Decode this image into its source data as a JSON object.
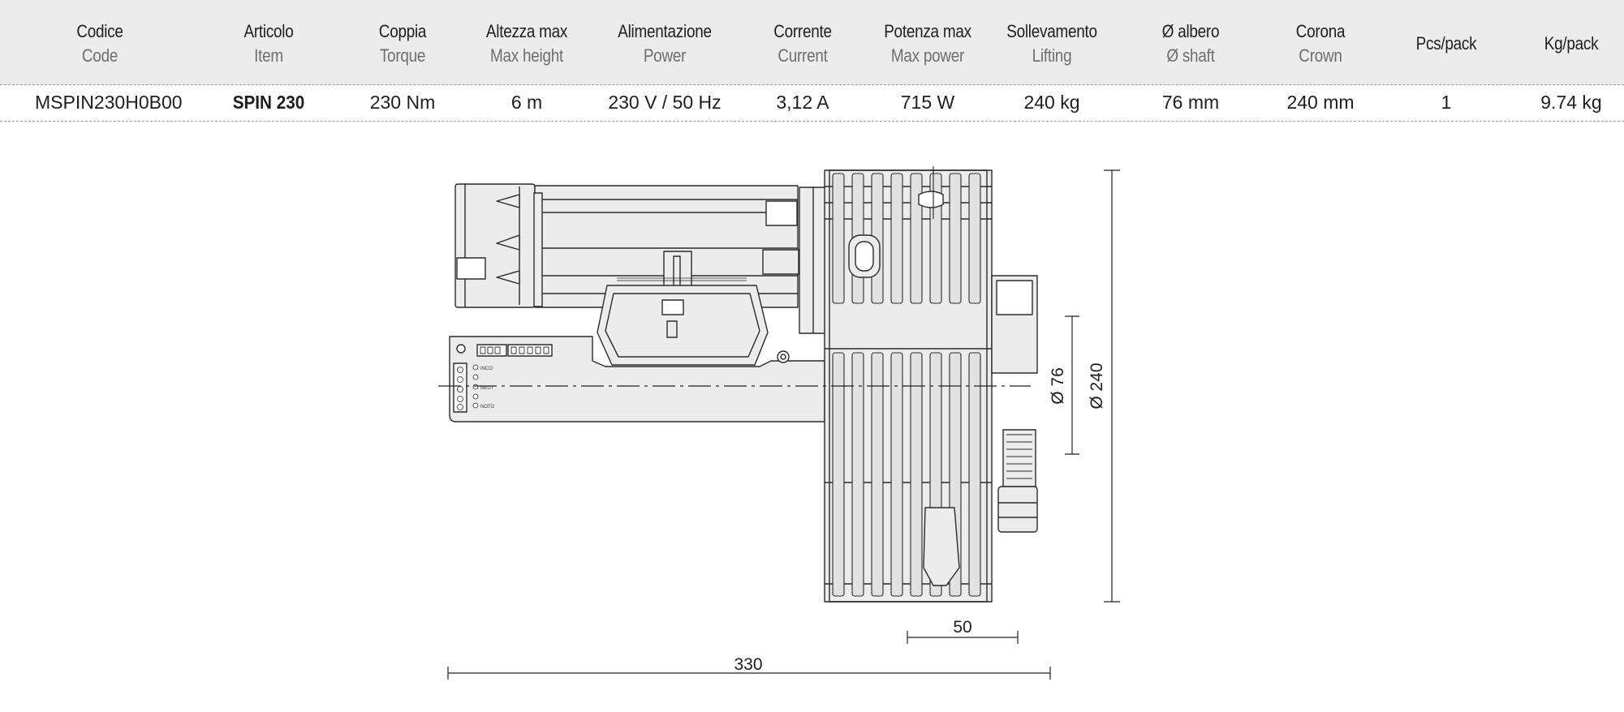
{
  "table": {
    "headers": [
      {
        "it": "Codice",
        "en": "Code"
      },
      {
        "it": "Articolo",
        "en": "Item"
      },
      {
        "it": "Coppia",
        "en": "Torque"
      },
      {
        "it": "Altezza max",
        "en": "Max height"
      },
      {
        "it": "Alimentazione",
        "en": "Power"
      },
      {
        "it": "Corrente",
        "en": "Current"
      },
      {
        "it": "Potenza max",
        "en": "Max power"
      },
      {
        "it": "Sollevamento",
        "en": "Lifting"
      },
      {
        "it": "Ø albero",
        "en": "Ø shaft"
      },
      {
        "it": "Corona",
        "en": "Crown"
      },
      {
        "it": "Pcs/pack",
        "en": ""
      },
      {
        "it": "Kg/pack",
        "en": ""
      }
    ],
    "row": [
      "MSPIN230H0B00",
      "SPIN 230",
      "230 Nm",
      "6 m",
      "230 V / 50 Hz",
      "3,12 A",
      "715 W",
      "240 kg",
      "76 mm",
      "240 mm",
      "1",
      "9.74 kg"
    ]
  },
  "drawing": {
    "dim_width": "330",
    "dim_offset": "50",
    "dim_shaft": "Ø 76",
    "dim_crown": "Ø 240",
    "terminal_labels": [
      "INCO",
      "NEUT",
      "NOTO"
    ]
  }
}
